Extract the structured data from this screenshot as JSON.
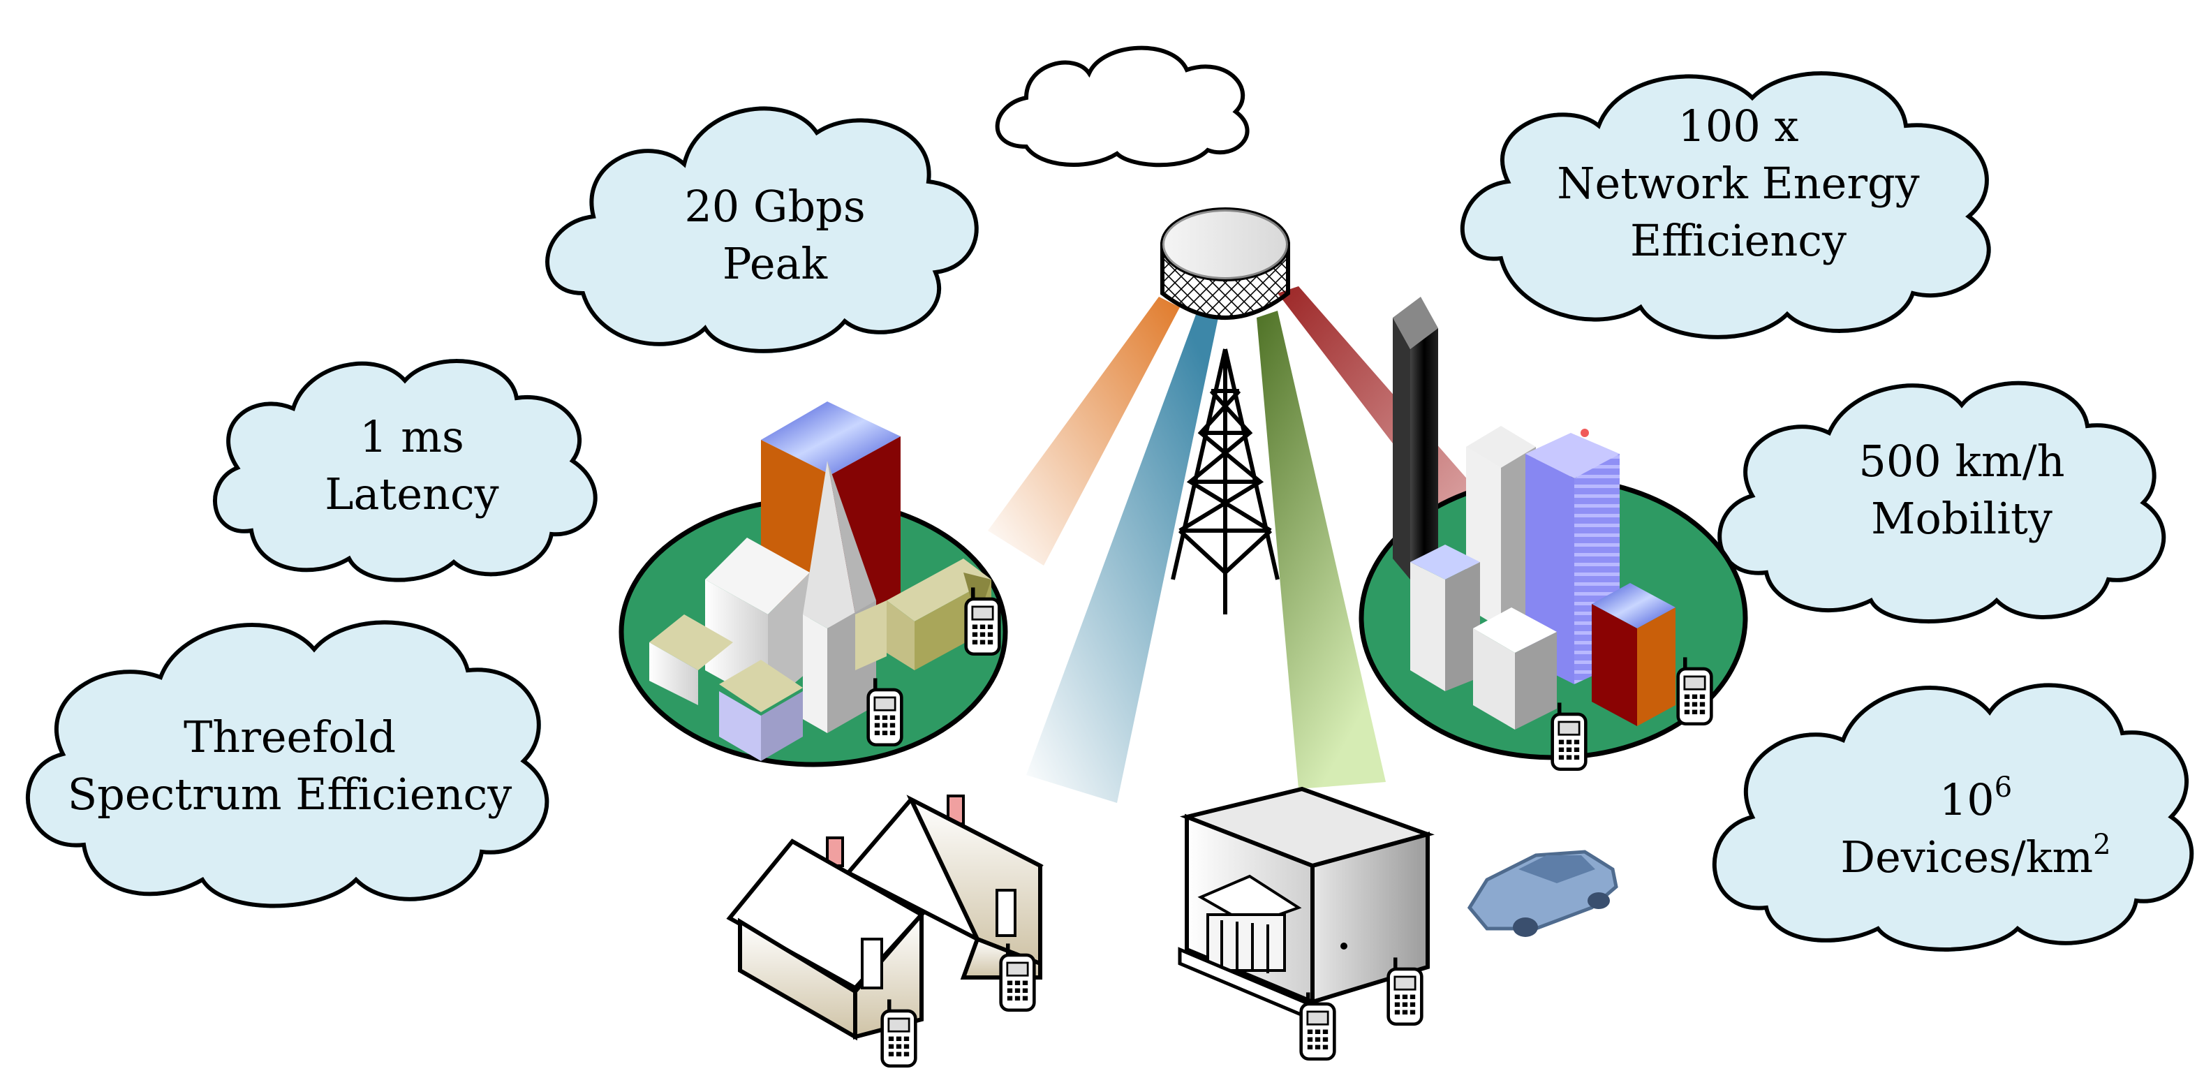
{
  "clouds": {
    "peak": {
      "line1": "20 Gbps",
      "line2": "Peak"
    },
    "energy": {
      "line1": "100 x",
      "line2": "Network Energy",
      "line3": "Efficiency"
    },
    "latency": {
      "line1": "1 ms",
      "line2": "Latency"
    },
    "mobility": {
      "line1": "500 km/h",
      "line2": "Mobility"
    },
    "spectrum": {
      "line1": "Threefold",
      "line2": "Spectrum Efficiency"
    },
    "devices": {
      "base1": "10",
      "exp1": "6",
      "base2": "Devices/km",
      "exp2": "2"
    }
  },
  "colors": {
    "cloud_fill": "#daeef5",
    "cloud_glow": "#9fdcf0",
    "ground_green": "#2e9a63",
    "beam_orange": "#e8823c",
    "beam_blue": "#3f8fb0",
    "beam_green": "#5a7d2e",
    "beam_red": "#a83232"
  }
}
